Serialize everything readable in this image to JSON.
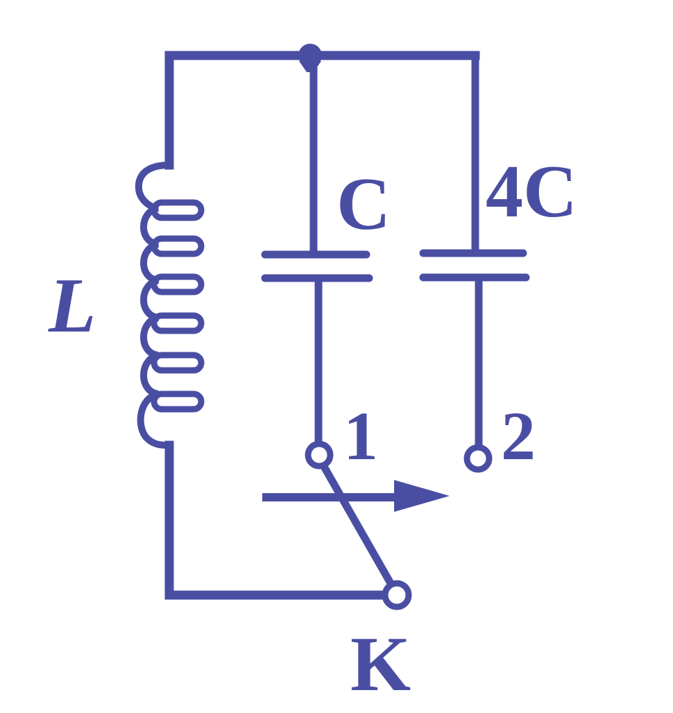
{
  "diagram": {
    "colors": {
      "ink": "#4a4ea3",
      "background": "#ffffff"
    },
    "labels": {
      "inductor": "L",
      "capacitor_1": "C",
      "capacitor_2": "4C",
      "terminal_1": "1",
      "terminal_2": "2",
      "switch": "K"
    }
  }
}
